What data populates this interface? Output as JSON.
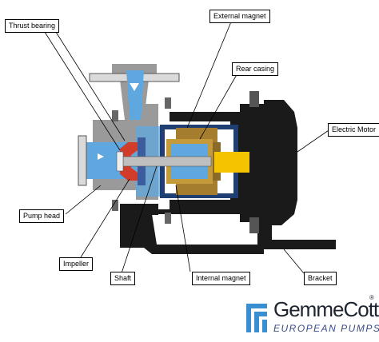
{
  "labels": {
    "thrust_bearing": "Thrust bearing",
    "external_magnet": "External magnet",
    "rear_casing": "Rear casing",
    "electric_motor": "Electric Motor",
    "pump_head": "Pump head",
    "impeller": "Impeller",
    "shaft": "Shaft",
    "internal_magnet": "Internal magnet",
    "bracket": "Bracket"
  },
  "logo": {
    "brand": "GemmeCotti",
    "registered": "®",
    "tagline": "EUROPEAN PUMPS"
  },
  "colors": {
    "fluid_blue": "#5fa8df",
    "casing_grey": "#9a9a9a",
    "magnet_gold": "#a47d2f",
    "shaft_yellow": "#f5c400",
    "motor_black": "#1a1a1a",
    "impeller_red": "#d23c2a",
    "housing_navy": "#1f3f73",
    "logo_blue": "#3a8fd0"
  }
}
